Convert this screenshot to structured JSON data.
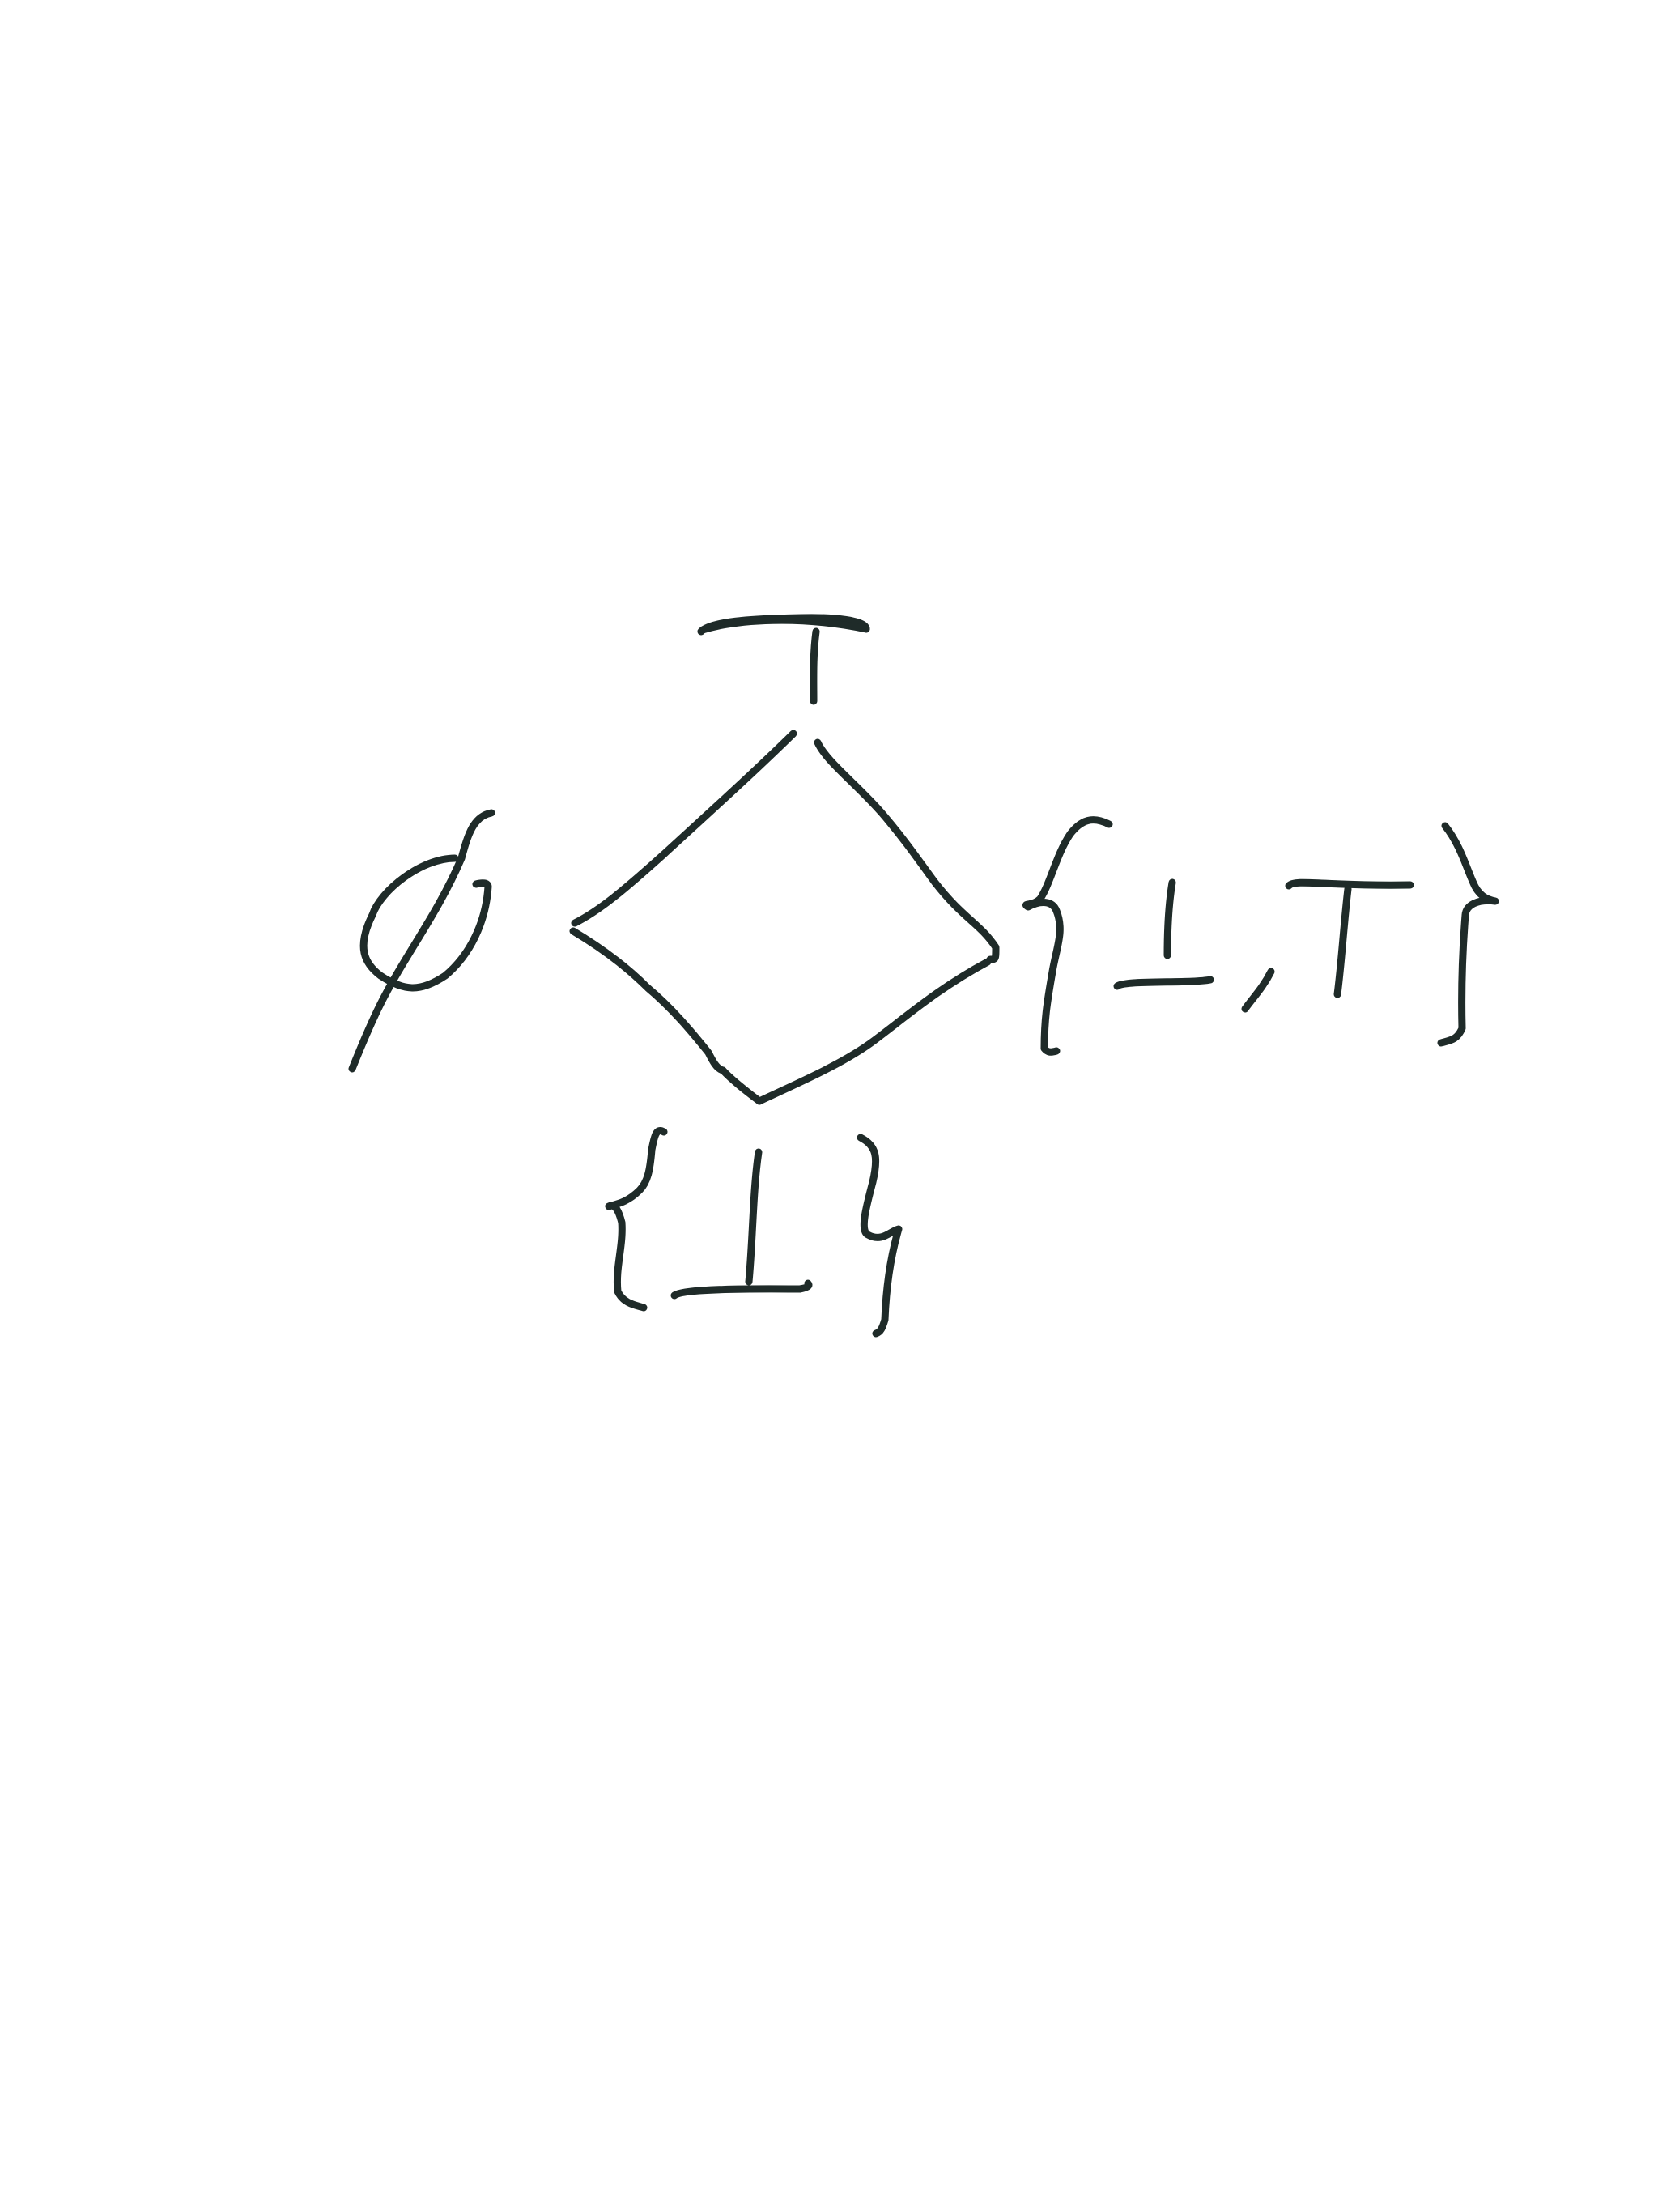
{
  "diagram": {
    "type": "hasse-diagram",
    "style": "handwritten",
    "ink_color": "#1f2b29",
    "background_color": "#ffffff",
    "nodes": [
      {
        "id": "top",
        "label": "⊤",
        "position": "top"
      },
      {
        "id": "empty",
        "label": "∅",
        "position": "left"
      },
      {
        "id": "set-top-bottom",
        "label": "{⊥,⊤}",
        "position": "right"
      },
      {
        "id": "set-bottom",
        "label": "{⊥}",
        "position": "bottom"
      }
    ],
    "edges": [
      {
        "from": "top",
        "to": "empty"
      },
      {
        "from": "top",
        "to": "set-top-bottom"
      },
      {
        "from": "empty",
        "to": "set-bottom"
      },
      {
        "from": "set-top-bottom",
        "to": "set-bottom"
      }
    ]
  }
}
